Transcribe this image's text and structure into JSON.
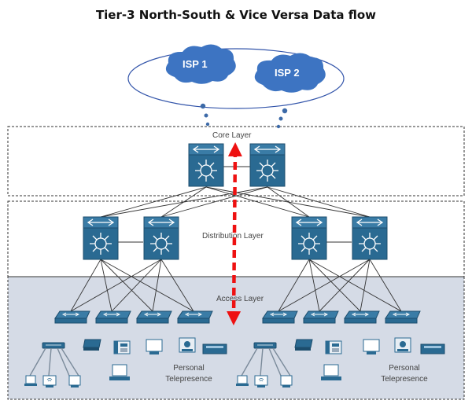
{
  "title": "Tier-3 North-South & Vice Versa Data flow",
  "isps": [
    "ISP 1",
    "ISP 2"
  ],
  "layers": {
    "core": "Core Layer",
    "distribution": "Distribution Layer",
    "access": "Access Layer"
  },
  "endpoints": {
    "telepresence_line1": "Personal",
    "telepresence_line2": "Telepresence"
  },
  "colors": {
    "switch_blue": "#2a6a92",
    "switch_dark": "#1c4d6d",
    "cloud_blue": "#3d74c2",
    "flow_arrow": "#ee1111",
    "access_bg": "#d5dbe6"
  },
  "icons": [
    "cloud-icon",
    "multilayer-switch-icon",
    "access-switch-icon",
    "wireless-ap-icon",
    "ip-phone-icon",
    "pc-icon",
    "laptop-icon",
    "printer-icon",
    "video-phone-icon",
    "telepresence-codec-icon"
  ]
}
